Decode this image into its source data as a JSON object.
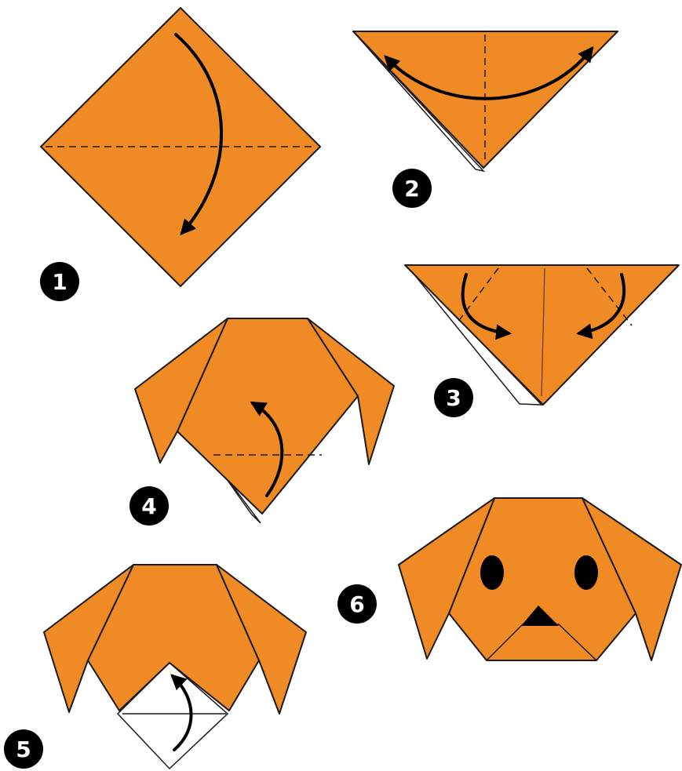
{
  "colors": {
    "paper": "#F08A24",
    "outline": "#1A1A1A",
    "back": "#FFFFFF",
    "badge": "#000000",
    "badge_text": "#FFFFFF",
    "background": "#FFFFFF"
  },
  "steps": [
    {
      "number": "1"
    },
    {
      "number": "2"
    },
    {
      "number": "3"
    },
    {
      "number": "4"
    },
    {
      "number": "5"
    },
    {
      "number": "6"
    }
  ]
}
